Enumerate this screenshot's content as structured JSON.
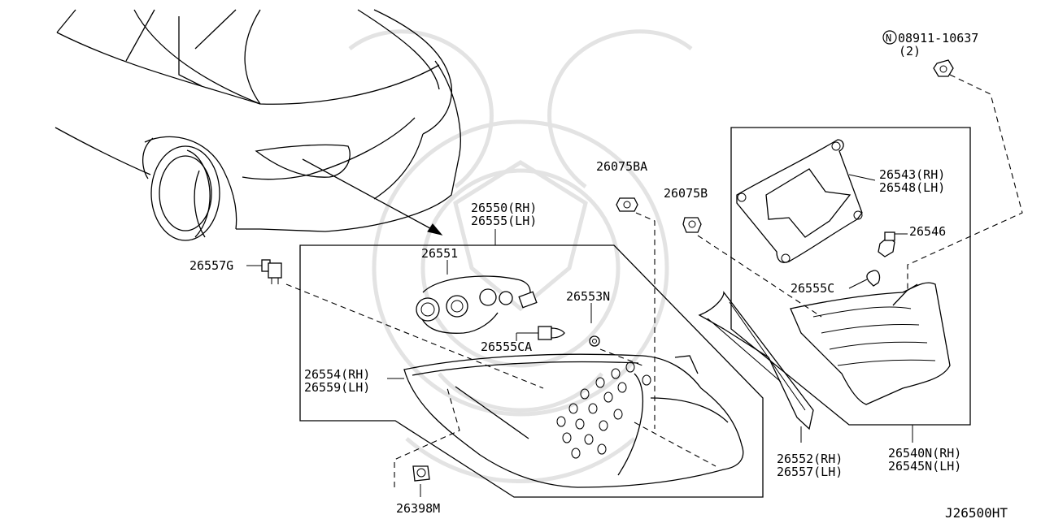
{
  "diagram_id": "J26500HT",
  "callouts": {
    "nut_code": "N",
    "nut_part": "08911-10637",
    "nut_qty": "(2)",
    "p26543": "26543(RH)",
    "p26548": "26548(LH)",
    "p26546": "26546",
    "p26555c": "26555C",
    "p26540n": "26540N(RH)",
    "p26545n": "26545N(LH)",
    "p26075ba": "26075BA",
    "p26075b": "26075B",
    "p26550": "26550(RH)",
    "p26555": "26555(LH)",
    "p26551": "26551",
    "p26557g": "26557G",
    "p26553n": "26553N",
    "p26555ca": "26555CA",
    "p26554": "26554(RH)",
    "p26559": "26559(LH)",
    "p26552": "26552(RH)",
    "p26557": "26557(LH)",
    "p26398m": "26398M"
  }
}
